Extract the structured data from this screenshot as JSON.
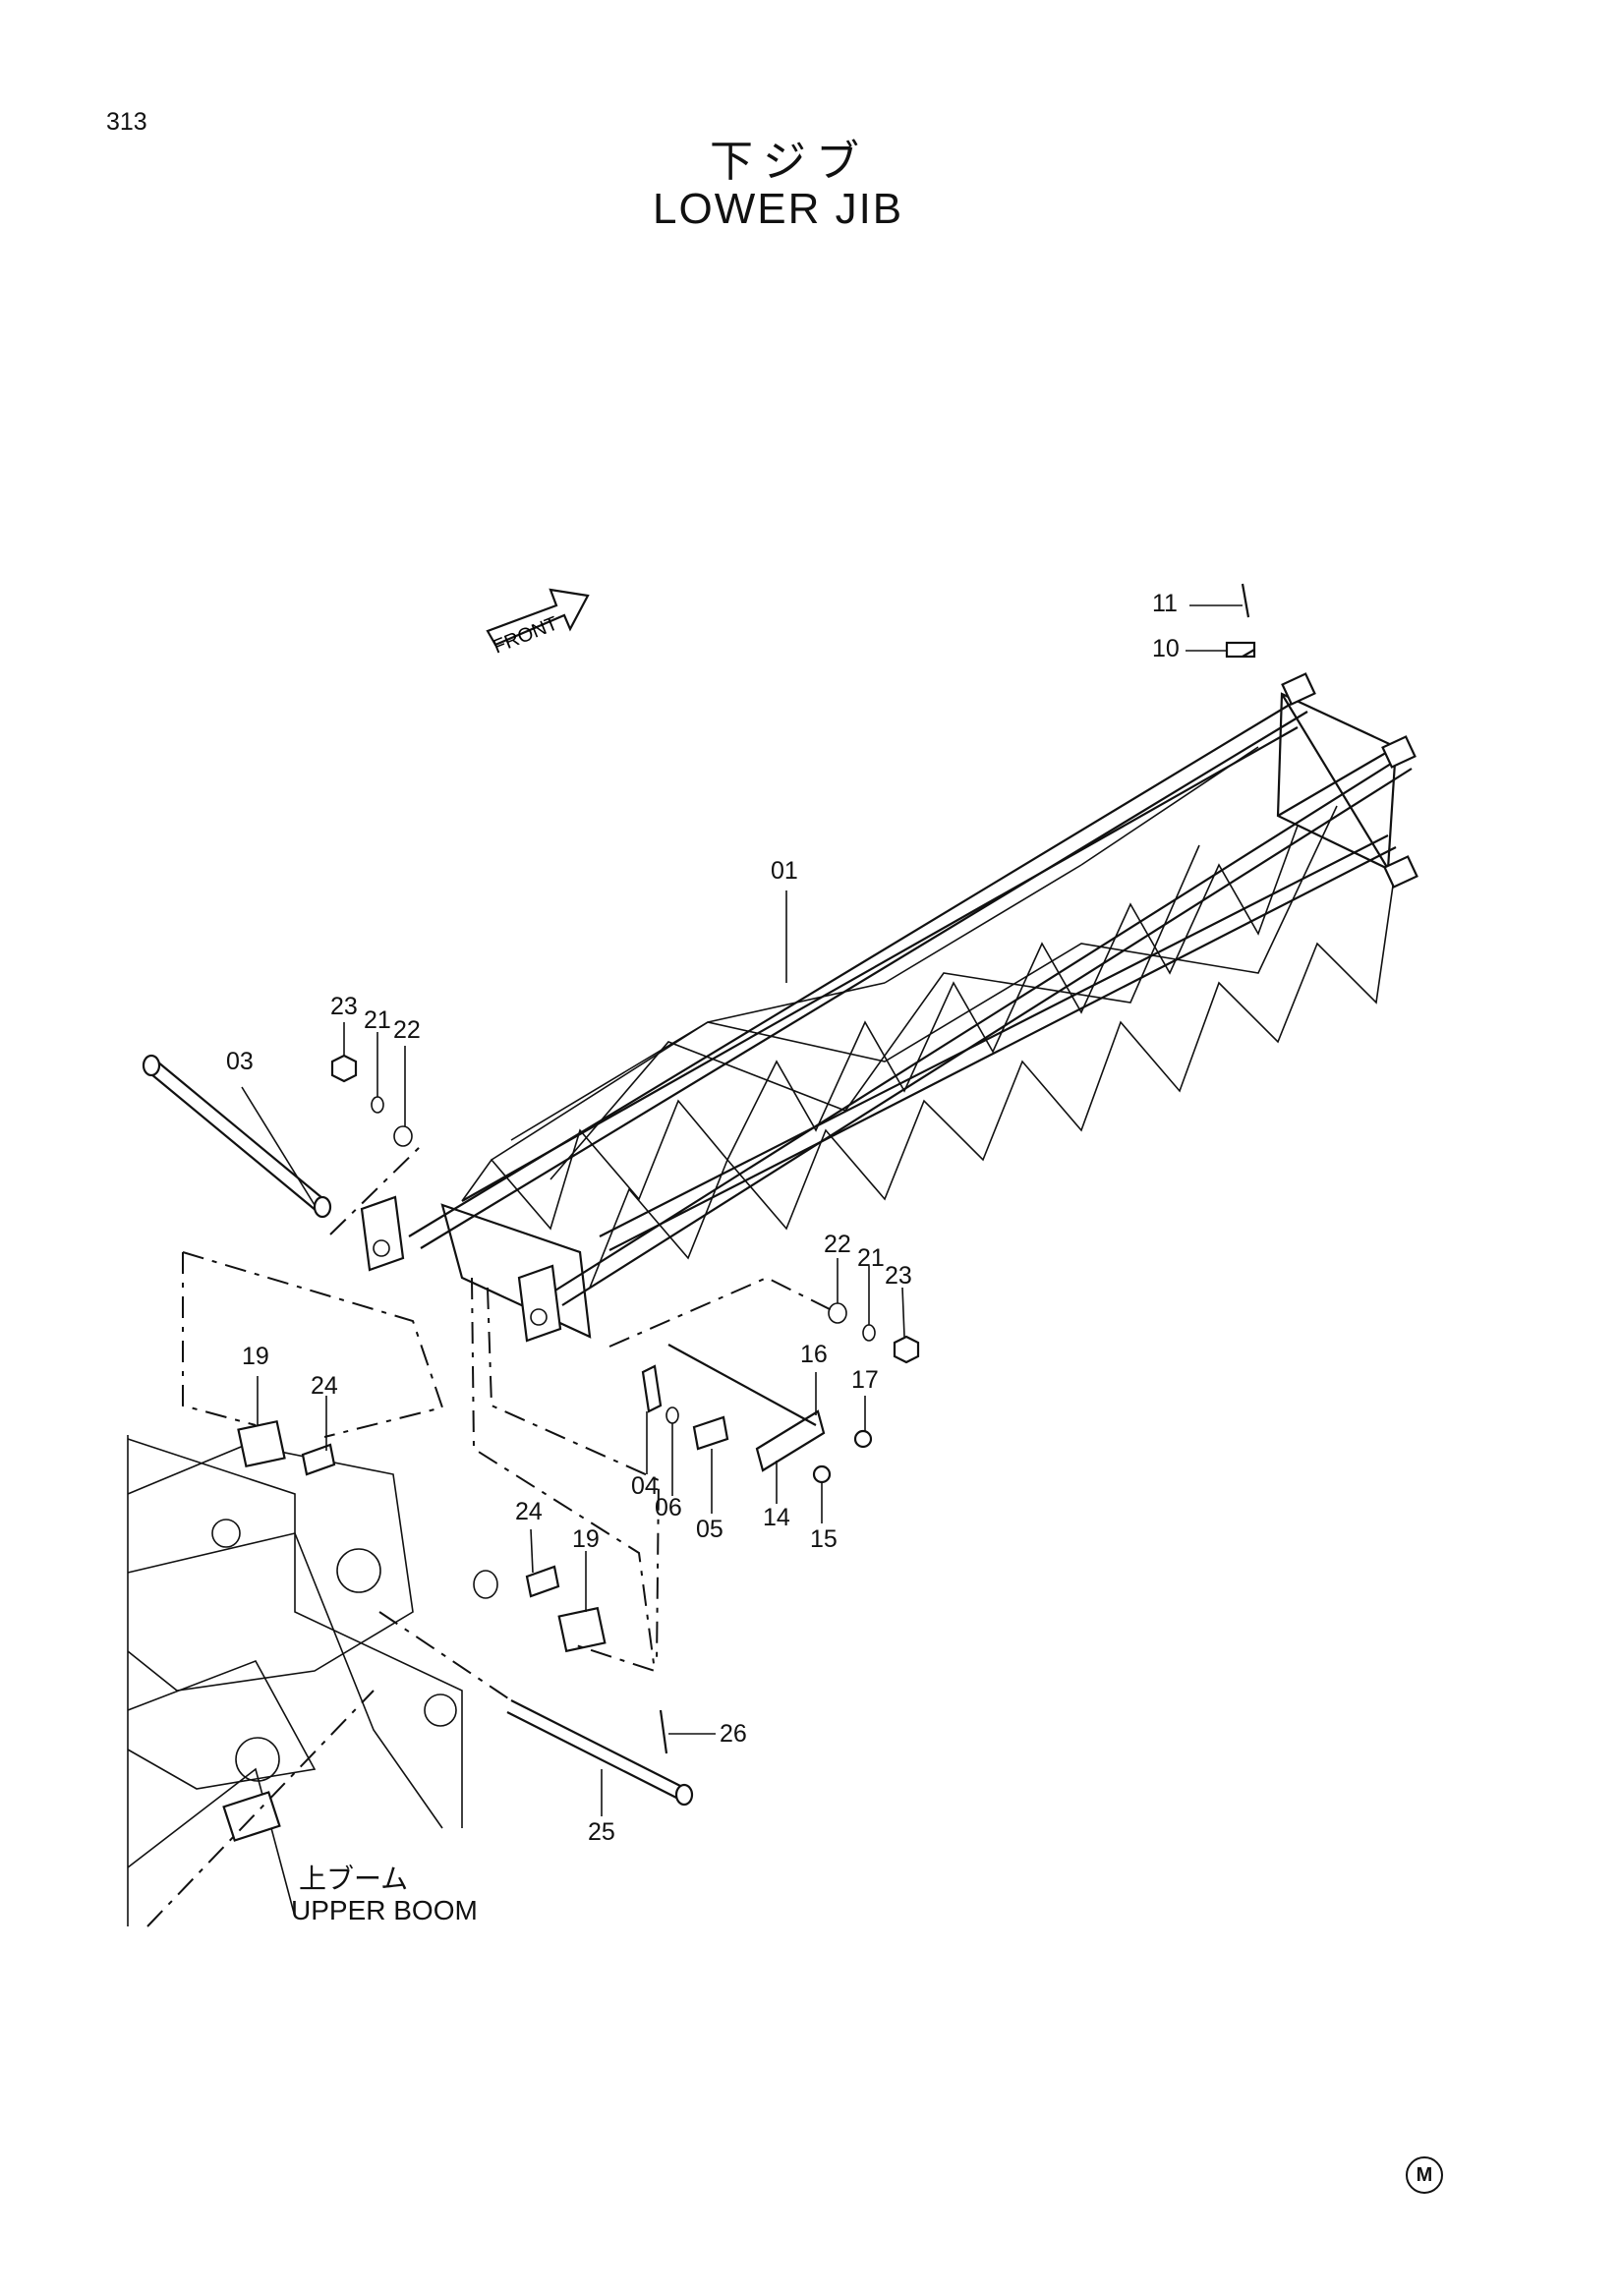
{
  "page_number": "313",
  "title": {
    "japanese": "下ジブ",
    "english": "LOWER JIB"
  },
  "front_label": "FRONT",
  "upper_boom": {
    "japanese": "上ブーム",
    "english": "UPPER BOOM"
  },
  "mark": "M",
  "callouts": [
    "01",
    "03",
    "04",
    "05",
    "06",
    "10",
    "11",
    "14",
    "15",
    "16",
    "17",
    "19",
    "19",
    "21",
    "21",
    "22",
    "22",
    "23",
    "23",
    "24",
    "24",
    "25",
    "26"
  ]
}
